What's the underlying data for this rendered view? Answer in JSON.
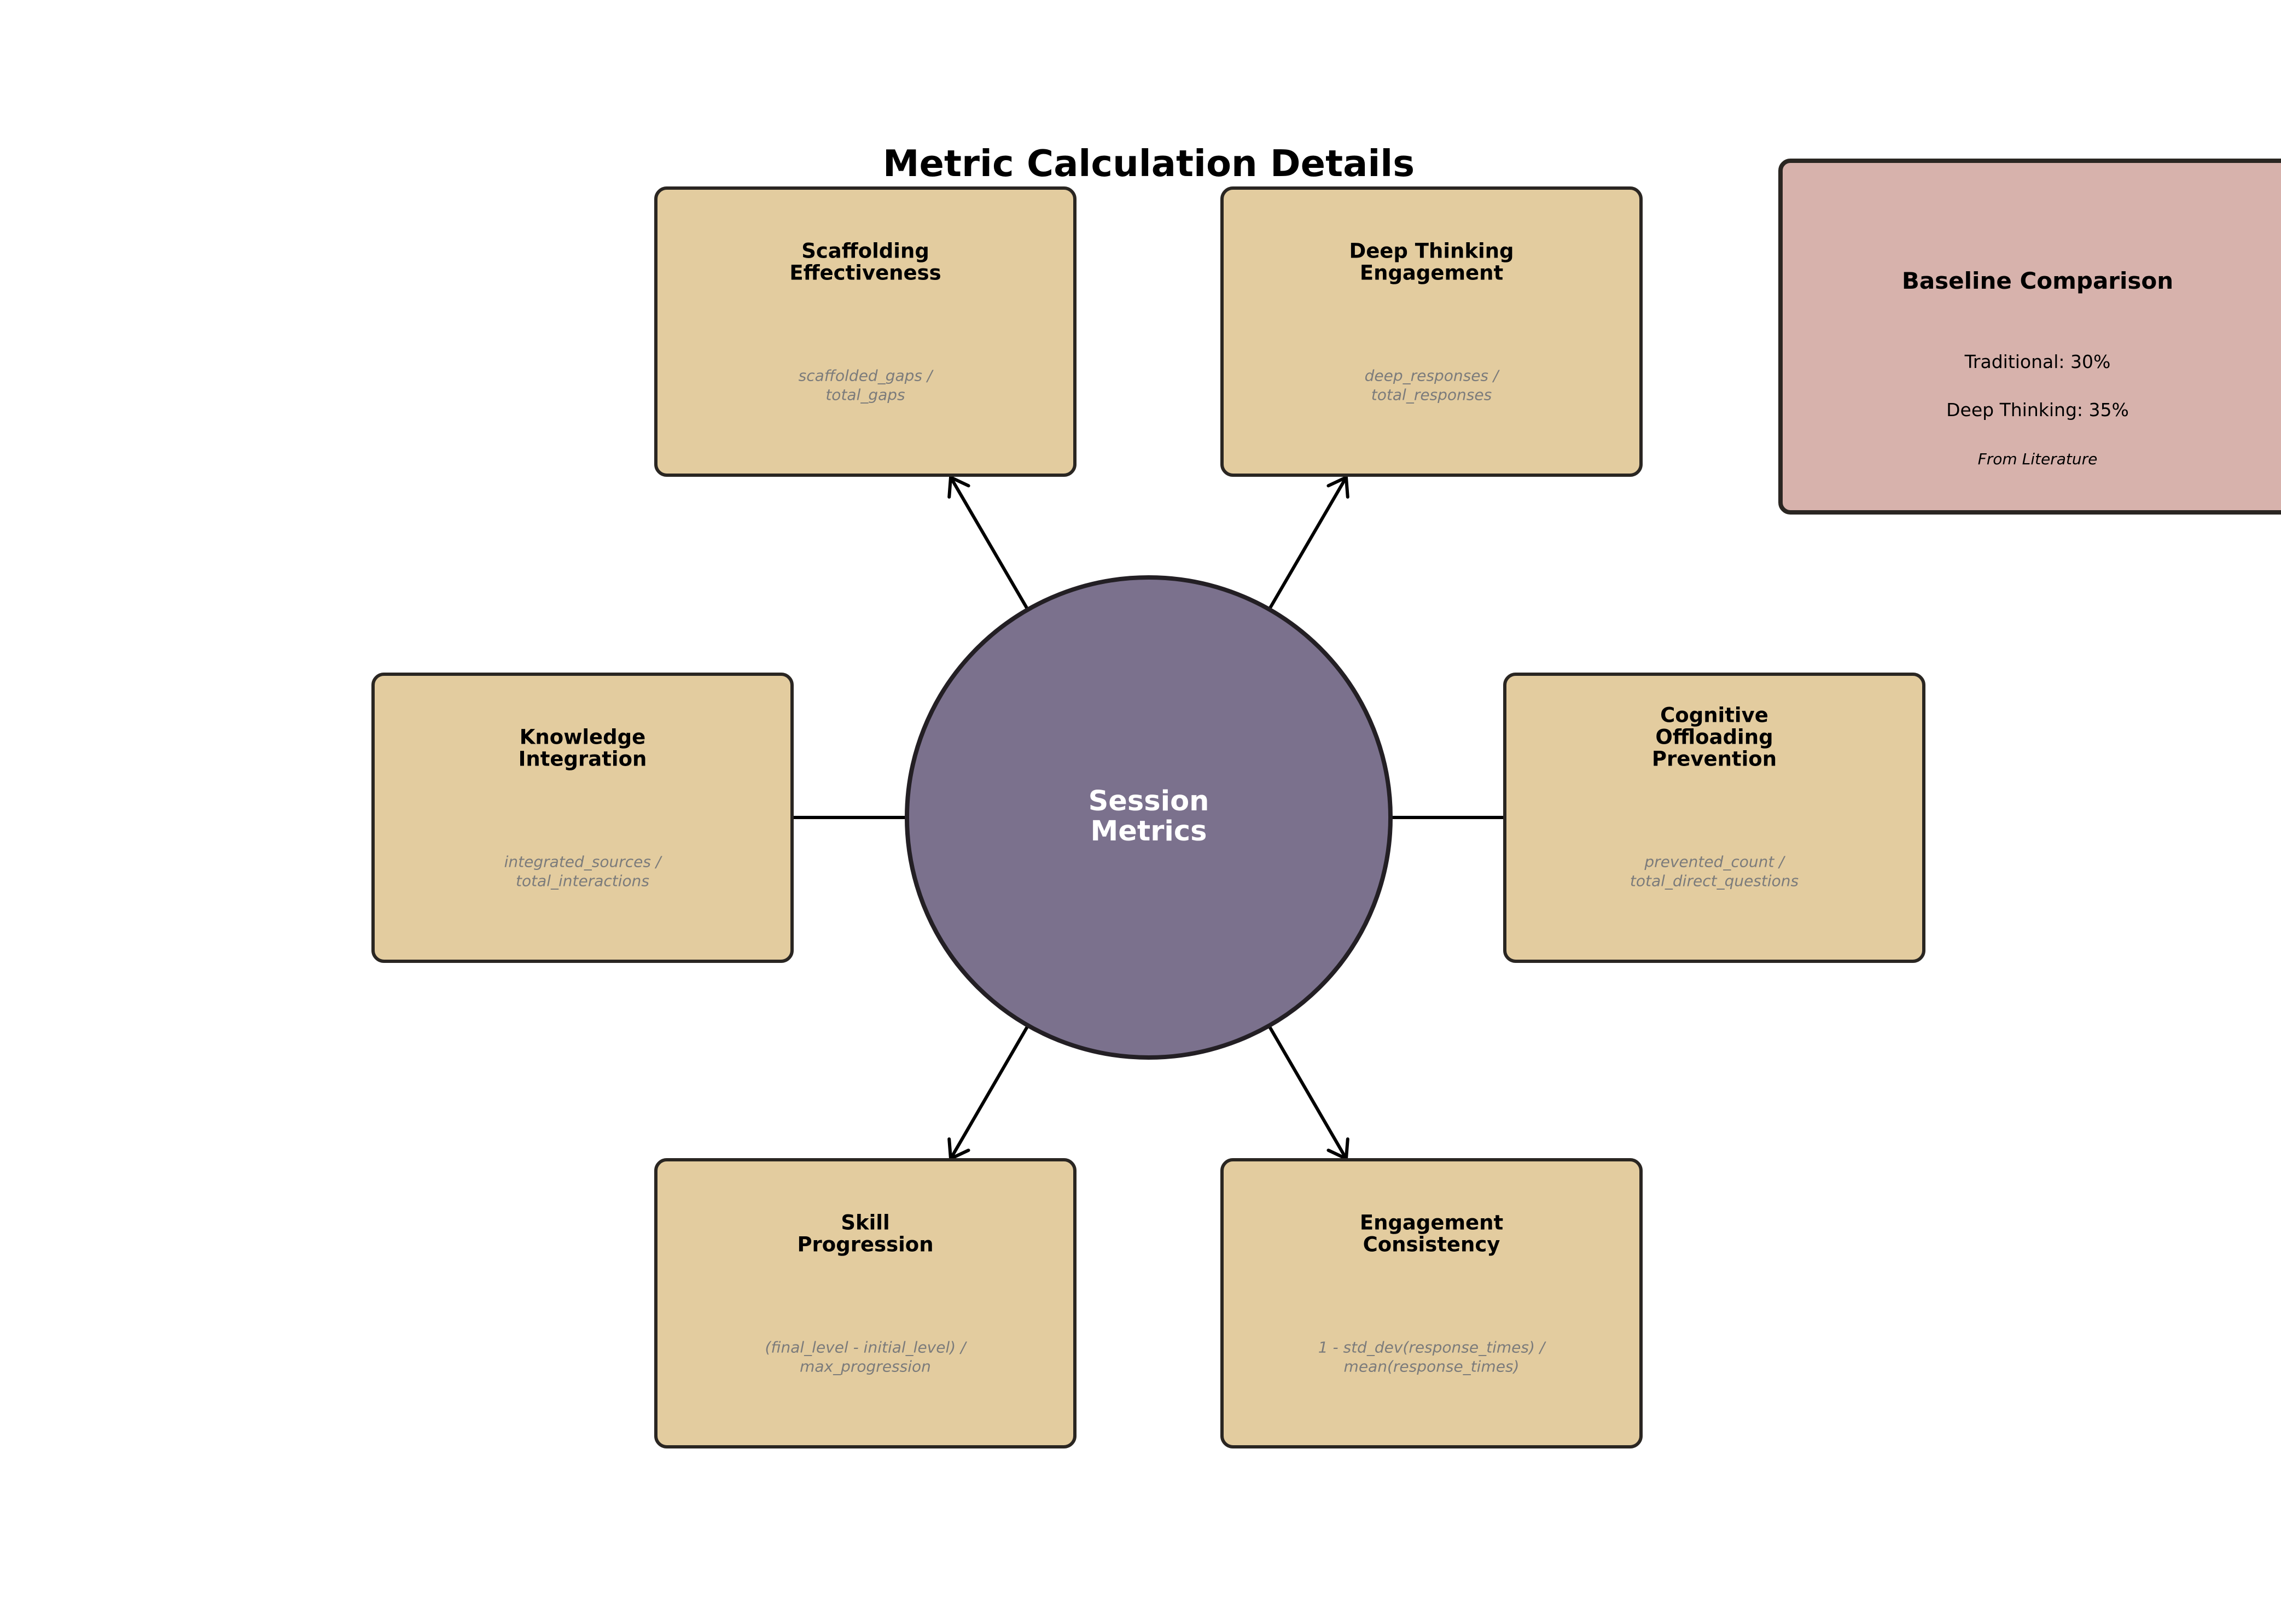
{
  "title": "Metric Calculation Details",
  "hub": {
    "lines": [
      "Session",
      "Metrics"
    ]
  },
  "metrics": [
    {
      "id": "scaffolding",
      "title": [
        "Scaffolding",
        "Effectiveness"
      ],
      "formula": [
        "scaffolded_gaps /",
        "total_gaps"
      ]
    },
    {
      "id": "deep-thinking",
      "title": [
        "Deep Thinking",
        "Engagement"
      ],
      "formula": [
        "deep_responses /",
        "total_responses"
      ]
    },
    {
      "id": "knowledge-integration",
      "title": [
        "Knowledge",
        "Integration"
      ],
      "formula": [
        "integrated_sources /",
        "total_interactions"
      ]
    },
    {
      "id": "cognitive-offloading",
      "title": [
        "Cognitive",
        "Offloading",
        "Prevention"
      ],
      "formula": [
        "prevented_count /",
        "total_direct_questions"
      ]
    },
    {
      "id": "skill-progression",
      "title": [
        "Skill",
        "Progression"
      ],
      "formula": [
        "(final_level - initial_level) /",
        "max_progression"
      ]
    },
    {
      "id": "engagement-consistency",
      "title": [
        "Engagement",
        "Consistency"
      ],
      "formula": [
        "1 - std_dev(response_times) /",
        "mean(response_times)"
      ]
    }
  ],
  "baseline": {
    "title": "Baseline Comparison",
    "items": [
      "Traditional: 30%",
      "Deep Thinking: 35%"
    ],
    "source": "From Literature"
  },
  "colors": {
    "box_fill": "#e3cc9f",
    "hub_fill": "#7b718d",
    "baseline_fill": "#d7b2ac",
    "formula_text": "#7b7b7b"
  }
}
